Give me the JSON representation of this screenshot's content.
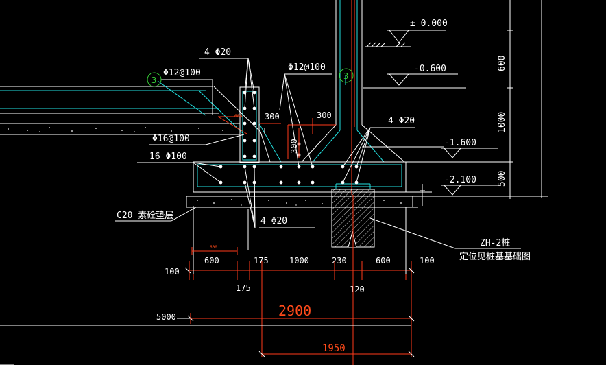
{
  "colors": {
    "background": "#000000",
    "white": "#ffffff",
    "cyan": "#22e0e0",
    "red": "#ff3a1a",
    "green": "#37d337",
    "orange": "#ff6a1a"
  },
  "elevations": {
    "ground": "± 0.000",
    "e1": "-0.600",
    "e2": "-1.600",
    "e3": "-2.100"
  },
  "vertical_dims": {
    "d1": "600",
    "d2": "1000",
    "d3": "500"
  },
  "rebar_labels": {
    "top_4phi20": "4 Φ20",
    "stirrup_left": "Φ12@100",
    "stirrup_right": "Φ12@100",
    "right_4phi20": "4 Φ20",
    "phi16": "Φ16@100",
    "sixteen_phi100": "16  Φ100",
    "bottom_4phi20": "4 Φ20",
    "section_mark": "3"
  },
  "local_dims": {
    "d300_left": "300",
    "d300_right": "300",
    "d300_vert": "300",
    "d600_small": "600",
    "d600_tiny": "600"
  },
  "notes": {
    "bedding": "C20 素砼垫层",
    "pile_label": "ZH-2桩",
    "pile_note": "定位见桩基基础图"
  },
  "bottom_dims": {
    "d100_left": "100",
    "d600_a": "600",
    "d175_a": "175",
    "d1000": "1000",
    "d230": "230",
    "d600_b": "600",
    "d100_right": "100",
    "d175_b": "175",
    "d120": "120",
    "d2900": "2900",
    "d5000": "5000",
    "d1950": "1950"
  }
}
